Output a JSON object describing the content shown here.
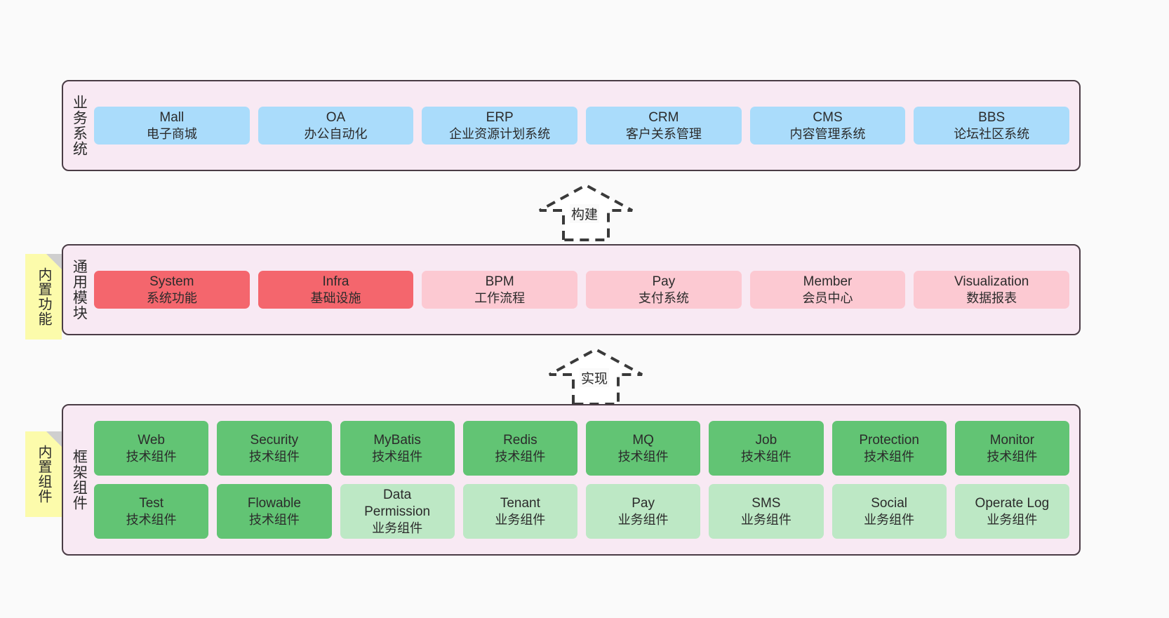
{
  "diagram": {
    "background_color": "#fafafa",
    "container_fill": "#f8e9f3",
    "container_border": "#4a3c45"
  },
  "layers": [
    {
      "id": "business-systems",
      "title": "业务系统",
      "node_color": "#aadcfb",
      "nodes": [
        {
          "name": "Mall",
          "sub": "电子商城"
        },
        {
          "name": "OA",
          "sub": "办公自动化"
        },
        {
          "name": "ERP",
          "sub": "企业资源计划系统"
        },
        {
          "name": "CRM",
          "sub": "客户关系管理"
        },
        {
          "name": "CMS",
          "sub": "内容管理系统"
        },
        {
          "name": "BBS",
          "sub": "论坛社区系统"
        }
      ]
    },
    {
      "id": "common-modules",
      "title": "通用模块",
      "node_color_primary": "#f4666d",
      "node_color_secondary": "#fcc9d2",
      "nodes": [
        {
          "name": "System",
          "sub": "系统功能",
          "style": "red"
        },
        {
          "name": "Infra",
          "sub": "基础设施",
          "style": "red"
        },
        {
          "name": "BPM",
          "sub": "工作流程",
          "style": "pink"
        },
        {
          "name": "Pay",
          "sub": "支付系统",
          "style": "pink"
        },
        {
          "name": "Member",
          "sub": "会员中心",
          "style": "pink"
        },
        {
          "name": "Visualization",
          "sub": "数据报表",
          "style": "pink"
        }
      ]
    },
    {
      "id": "framework-components",
      "title": "框架组件",
      "node_color_tech": "#62c474",
      "node_color_biz": "#bde8c5",
      "row_one": [
        {
          "name": "Web",
          "sub": "技术组件",
          "style": "green"
        },
        {
          "name": "Security",
          "sub": "技术组件",
          "style": "green"
        },
        {
          "name": "MyBatis",
          "sub": "技术组件",
          "style": "green"
        },
        {
          "name": "Redis",
          "sub": "技术组件",
          "style": "green"
        },
        {
          "name": "MQ",
          "sub": "技术组件",
          "style": "green"
        },
        {
          "name": "Job",
          "sub": "技术组件",
          "style": "green"
        },
        {
          "name": "Protection",
          "sub": "技术组件",
          "style": "green"
        },
        {
          "name": "Monitor",
          "sub": "技术组件",
          "style": "green"
        }
      ],
      "row_two": [
        {
          "name": "Test",
          "sub": "技术组件",
          "style": "green"
        },
        {
          "name": "Flowable",
          "sub": "技术组件",
          "style": "green"
        },
        {
          "name": "Data Permission",
          "sub": "业务组件",
          "style": "lgreen"
        },
        {
          "name": "Tenant",
          "sub": "业务组件",
          "style": "lgreen"
        },
        {
          "name": "Pay",
          "sub": "业务组件",
          "style": "lgreen"
        },
        {
          "name": "SMS",
          "sub": "业务组件",
          "style": "lgreen"
        },
        {
          "name": "Social",
          "sub": "业务组件",
          "style": "lgreen"
        },
        {
          "name": "Operate Log",
          "sub": "业务组件",
          "style": "lgreen"
        }
      ]
    }
  ],
  "connectors": [
    {
      "id": "build-arrow",
      "label": "构建",
      "direction": "up"
    },
    {
      "id": "implement-arrow",
      "label": "实现",
      "direction": "up"
    }
  ],
  "sticky_notes": [
    {
      "id": "builtin-features",
      "text": "内置功能",
      "color": "#fcfbab"
    },
    {
      "id": "builtin-components",
      "text": "内置组件",
      "color": "#fcfbab"
    }
  ]
}
